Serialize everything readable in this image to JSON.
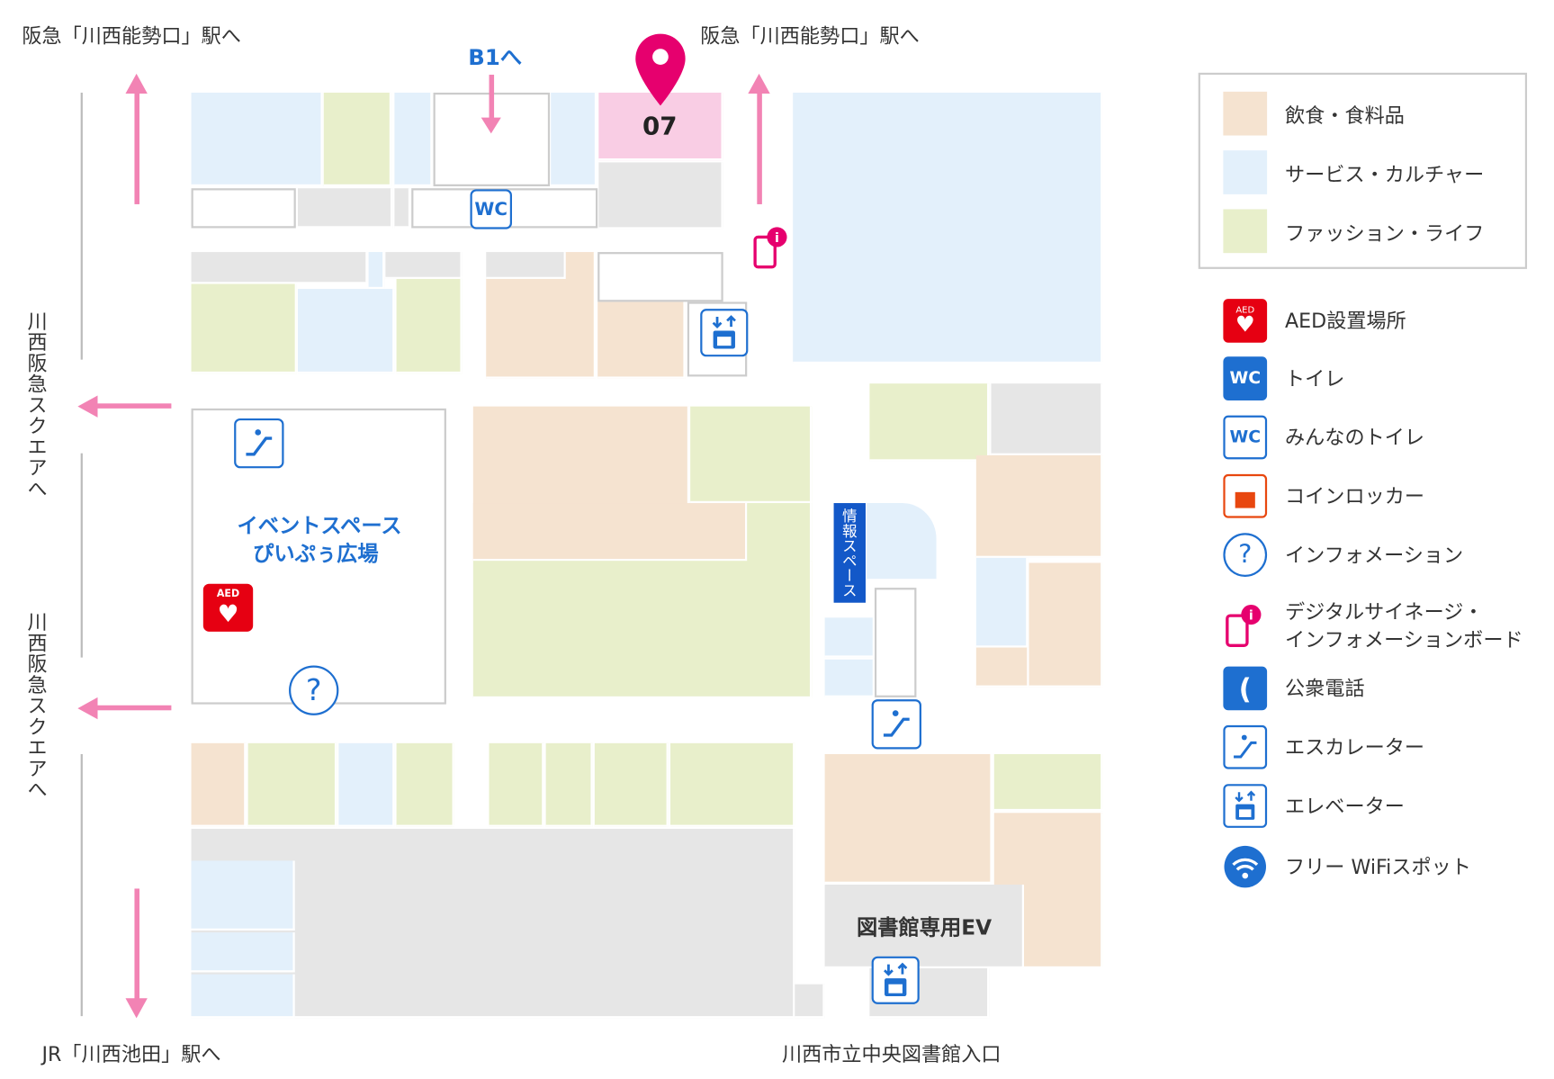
{
  "labels": {
    "top_left_exit": "阪急「川西能勢口」駅へ",
    "top_right_exit": "阪急「川西能勢口」駅へ",
    "b1": "B1へ",
    "left_exit_1": "川西阪急スクエアへ",
    "left_exit_2": "川西阪急スクエアへ",
    "bottom_left_exit": "JR「川西池田」駅へ",
    "bottom_right_exit": "川西市立中央図書館入口",
    "event_space_1": "イベントスペース",
    "event_space_2": "ぴいぷぅ広場",
    "info_space": "情報スペース",
    "library_ev": "図書館専用EV",
    "store_marker": "07",
    "wc": "WC",
    "aed": "AED",
    "question": "?"
  },
  "legend": {
    "categories": [
      {
        "label": "飲食・食料品",
        "color": "#f5e3d0"
      },
      {
        "label": "サービス・カルチャー",
        "color": "#e3f0fb"
      },
      {
        "label": "ファッション・ライフ",
        "color": "#e8efcb"
      }
    ],
    "icons": [
      {
        "icon": "aed-icon",
        "label": "AED設置場所",
        "text": "AED"
      },
      {
        "icon": "toilet-icon",
        "label": "トイレ",
        "text": "WC"
      },
      {
        "icon": "accessible-toilet-icon",
        "label": "みんなのトイレ",
        "text": "WC"
      },
      {
        "icon": "coin-locker-icon",
        "label": "コインロッカー",
        "text": ""
      },
      {
        "icon": "information-icon",
        "label": "インフォメーション",
        "text": "?"
      },
      {
        "icon": "digital-signage-icon",
        "label": "デジタルサイネージ・\nインフォメーションボード",
        "text": "i"
      },
      {
        "icon": "public-phone-icon",
        "label": "公衆電話",
        "text": ""
      },
      {
        "icon": "escalator-icon",
        "label": "エスカレーター",
        "text": ""
      },
      {
        "icon": "elevator-icon",
        "label": "エレベーター",
        "text": ""
      },
      {
        "icon": "wifi-icon",
        "label": "フリー WiFiスポット",
        "text": ""
      }
    ]
  },
  "colors": {
    "marker": "#e6006e",
    "highlight": "#f9cde4",
    "icon_blue": "#1e6fd0",
    "arrow": "#f283b4"
  }
}
